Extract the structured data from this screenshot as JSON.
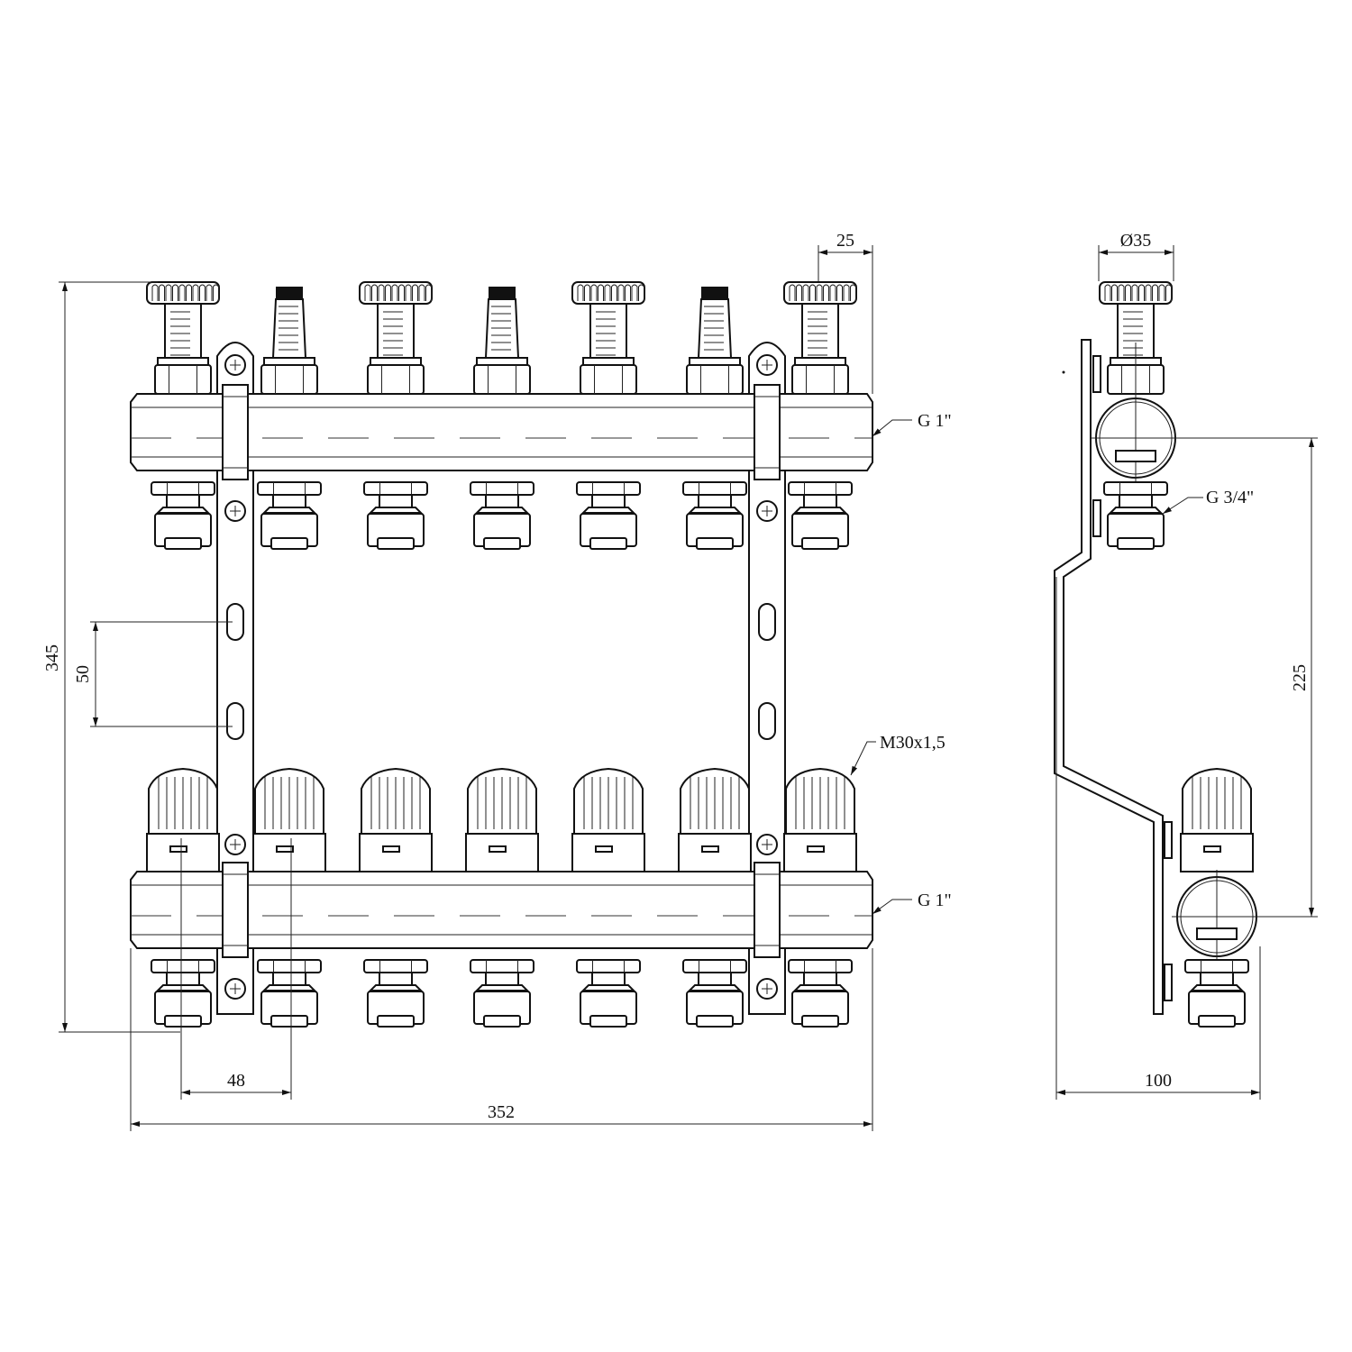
{
  "drawing": {
    "front_view": {
      "outlet_count": 7,
      "top_valve_types": [
        "knob",
        "spindle",
        "knob",
        "spindle",
        "knob",
        "spindle",
        "knob"
      ],
      "labels": {
        "top_bar_thread": "G 1\"",
        "bottom_bar_thread": "G 1\"",
        "valve_thread": "M30x1,5"
      },
      "dimensions": {
        "height_total": "345",
        "bracket_slot_spacing": "50",
        "outlet_pitch": "48",
        "width_total": "352",
        "bar_end_offset": "25"
      }
    },
    "side_view": {
      "labels": {
        "outlet_thread": "G 3/4\""
      },
      "dimensions": {
        "knob_diameter": "Ø35",
        "bar_spacing": "225",
        "depth": "100"
      }
    }
  }
}
